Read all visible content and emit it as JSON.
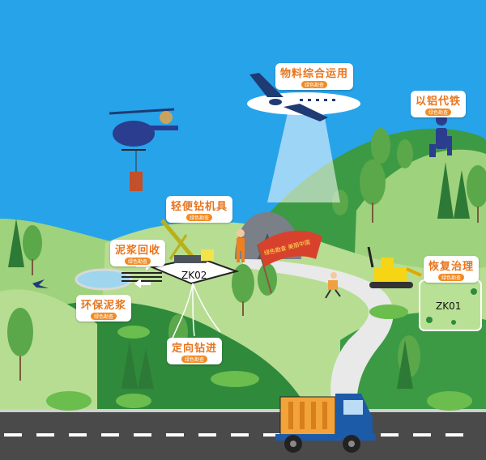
{
  "labels": {
    "material_reuse": {
      "main": "物料综合运用",
      "tag": "绿色勘查"
    },
    "replace_steel": {
      "main": "以铝代铁",
      "tag": "绿色勘查"
    },
    "light_rig": {
      "main": "轻便钻机具",
      "tag": "绿色勘查"
    },
    "mud_recycle": {
      "main": "泥浆回收",
      "tag": "绿色勘查"
    },
    "eco_mud": {
      "main": "环保泥浆",
      "tag": "绿色勘查"
    },
    "restore": {
      "main": "恢复治理",
      "tag": "绿色勘查"
    },
    "directional": {
      "main": "定向钻进",
      "tag": "绿色勘查"
    }
  },
  "boreholes": {
    "zk02": "ZK02",
    "zk01": "ZK01"
  },
  "banner": {
    "text": "绿色勘查 美丽中国"
  },
  "colors": {
    "sky": "#27a3ea",
    "hill_dark": "#2f8a3c",
    "hill_light": "#7cc36a",
    "road": "#4a4a4a",
    "accent": "#f08a24",
    "truck_body": "#1c5ba8",
    "truck_bed": "#f2a33a"
  }
}
